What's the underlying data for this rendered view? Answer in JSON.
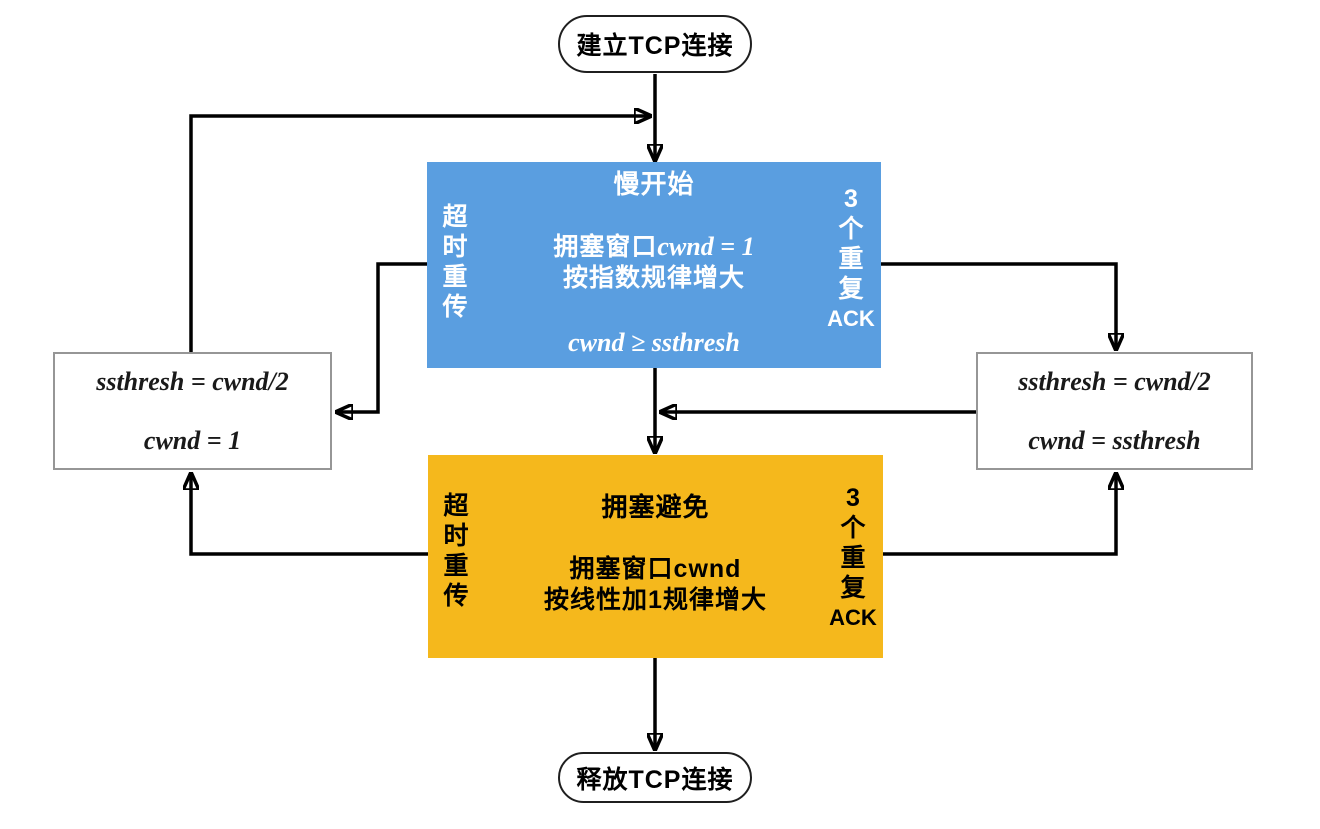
{
  "colors": {
    "slow_start_fill": "#5A9EE0",
    "congestion_avoidance_fill": "#F5B81C",
    "connector": "#000000",
    "action_box_border": "#969696",
    "terminal_border": "#1f1f1f"
  },
  "start_node": {
    "label": "建立TCP连接"
  },
  "end_node": {
    "label": "释放TCP连接"
  },
  "slow_start": {
    "title": "慢开始",
    "window_prefix": "拥塞窗口",
    "window_math": "cwnd = 1",
    "growth_rule": "按指数规律增大",
    "exit_condition": "cwnd ≥ ssthresh",
    "timeout_label": "超时重传",
    "dupack_count": "3",
    "dupack_chars": "个重复",
    "dupack_ack": "ACK"
  },
  "congestion_avoidance": {
    "title": "拥塞避免",
    "window_line": "拥塞窗口cwnd",
    "growth_rule": "按线性加1规律增大",
    "timeout_label": "超时重传",
    "dupack_count": "3",
    "dupack_chars": "个重复",
    "dupack_ack": "ACK"
  },
  "timeout_action_box": {
    "line1": "ssthresh = cwnd/2",
    "line2": "cwnd = 1"
  },
  "fast_recovery_action_box": {
    "line1": "ssthresh = cwnd/2",
    "line2": "cwnd = ssthresh"
  }
}
